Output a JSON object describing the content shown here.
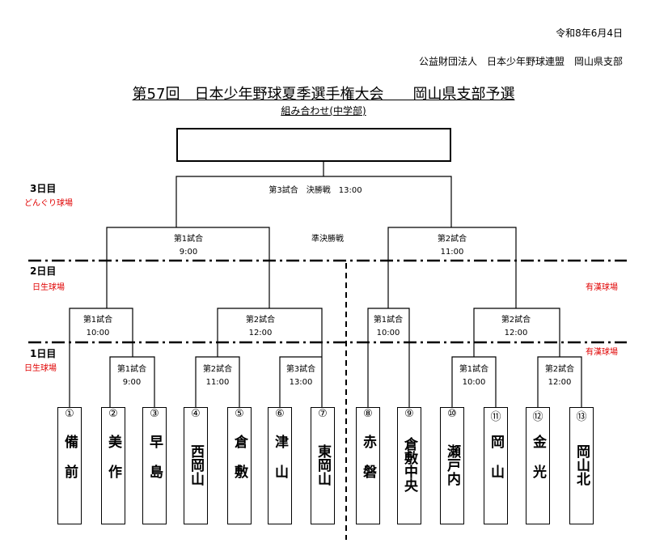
{
  "header": {
    "date": "令和8年6月4日",
    "organization": "公益財団法人　日本少年野球連盟　岡山県支部",
    "title": "第57回　日本少年野球夏季選手権大会　　岡山県支部予選",
    "subtitle": "組み合わせ(中学部)"
  },
  "days": {
    "day3": {
      "label": "3日目",
      "venue": "どんぐり球場"
    },
    "day2": {
      "label": "2日目",
      "venue_left": "日生球場",
      "venue_right": "有漢球場"
    },
    "day1": {
      "label": "1日目",
      "venue_left": "日生球場",
      "venue_right": "有漢球場"
    }
  },
  "final": {
    "label": "第3試合　決勝戦　13:00"
  },
  "semifinal": {
    "label": "準決勝戦",
    "left": {
      "game": "第1試合",
      "time": "9:00"
    },
    "right": {
      "game": "第2試合",
      "time": "11:00"
    }
  },
  "day2_games": [
    {
      "game": "第1試合",
      "time": "10:00"
    },
    {
      "game": "第2試合",
      "time": "12:00"
    },
    {
      "game": "第1試合",
      "time": "10:00"
    },
    {
      "game": "第2試合",
      "time": "12:00"
    }
  ],
  "day1_games": [
    {
      "game": "第1試合",
      "time": "9:00"
    },
    {
      "game": "第2試合",
      "time": "11:00"
    },
    {
      "game": "第3試合",
      "time": "13:00"
    },
    {
      "game": "第1試合",
      "time": "10:00"
    },
    {
      "game": "第2試合",
      "time": "12:00"
    }
  ],
  "teams": [
    {
      "num": "①",
      "name": "備前"
    },
    {
      "num": "②",
      "name": "美作"
    },
    {
      "num": "③",
      "name": "早島"
    },
    {
      "num": "④",
      "name": "西岡山"
    },
    {
      "num": "⑤",
      "name": "倉敷"
    },
    {
      "num": "⑥",
      "name": "津山"
    },
    {
      "num": "⑦",
      "name": "東岡山"
    },
    {
      "num": "⑧",
      "name": "赤磐"
    },
    {
      "num": "⑨",
      "name": "倉敷中央"
    },
    {
      "num": "⑩",
      "name": "瀬戸内"
    },
    {
      "num": "⑪",
      "name": "岡山"
    },
    {
      "num": "⑫",
      "name": "金光"
    },
    {
      "num": "⑬",
      "name": "岡山北"
    }
  ]
}
